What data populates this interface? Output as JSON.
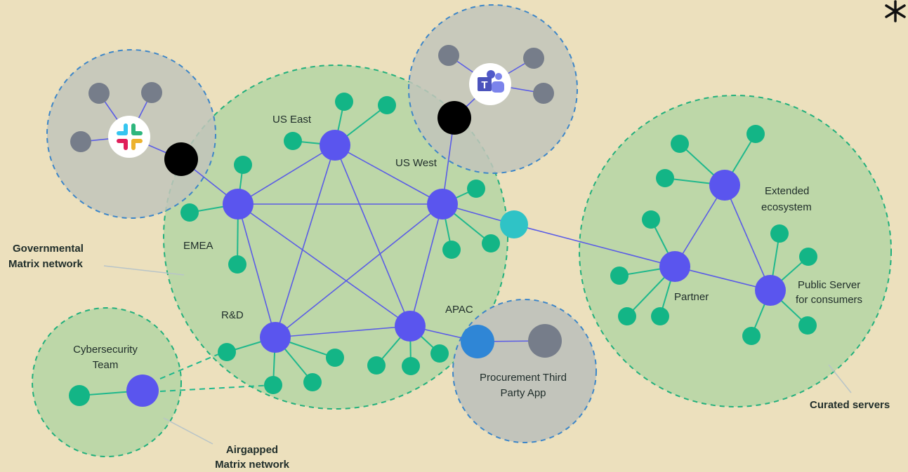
{
  "colors": {
    "background": "#ece0bd",
    "zone_green": "#bdd7a8",
    "zone_gray": "#c2c4bb",
    "hub": "#5a55ee",
    "leaf": "#13b586",
    "gray_node": "#767d8a",
    "bridge_black": "#000000",
    "cyan_bridge": "#2fc3c6",
    "blue_bridge": "#2f86d6",
    "link": "#5a5ce6",
    "spoke": "#1fb88c"
  },
  "labels": {
    "us_east": "US East",
    "us_west": "US West",
    "emea": "EMEA",
    "rd": "R&D",
    "apac": "APAC",
    "extended_1": "Extended",
    "extended_2": "ecosystem",
    "partner": "Partner",
    "public_1": "Public Server",
    "public_2": "for consumers",
    "cyber_1": "Cybersecurity",
    "cyber_2": "Team",
    "procurement_1": "Procurement Third",
    "procurement_2": "Party App"
  },
  "callouts": {
    "gov_1": "Governmental",
    "gov_2": "Matrix network",
    "airgap_1": "Airgapped",
    "airgap_2": "Matrix network",
    "curated": "Curated servers"
  },
  "icons": {
    "slack": "slack-logo-icon",
    "teams": "teams-logo-icon",
    "corner": "asterisk-icon"
  },
  "logo_text": {
    "teams_letter": "T"
  }
}
